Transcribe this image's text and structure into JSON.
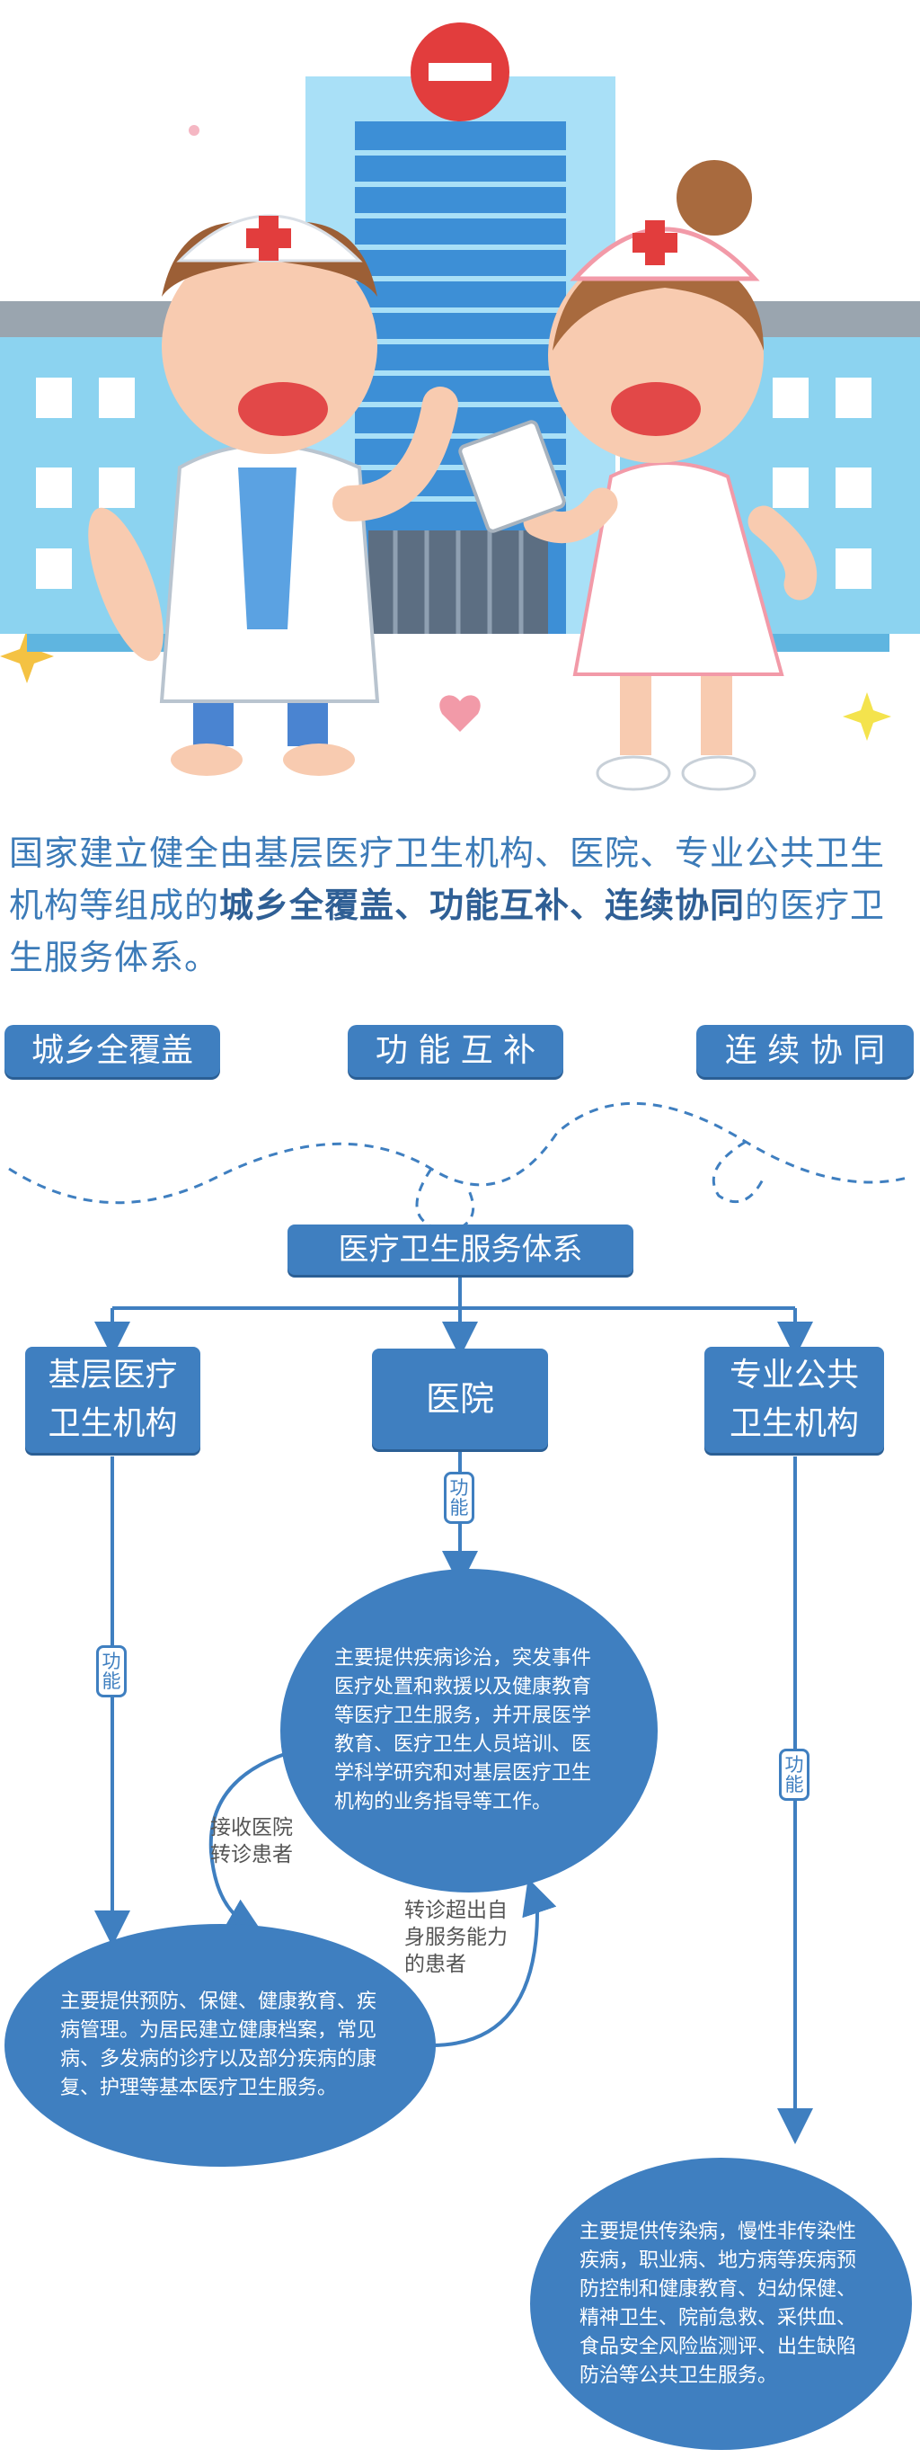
{
  "intro": {
    "part1": "国家建立健全由基层医疗卫生机构、医院、专业公共卫生机构等组成的",
    "bold": "城乡全覆盖、功能互补、连续协同",
    "part2": "的医疗卫生服务体系。"
  },
  "features": [
    "城乡全覆盖",
    "功 能 互 补",
    "连 续 协 同"
  ],
  "diagram": {
    "root": "医疗卫生服务体系",
    "nodes": {
      "primary": {
        "title_line1": "基层医疗",
        "title_line2": "卫生机构"
      },
      "hospital": {
        "title": "医院"
      },
      "public_health": {
        "title_line1": "专业公共",
        "title_line2": "卫生机构"
      }
    },
    "function_tag_line1": "功",
    "function_tag_line2": "能",
    "descriptions": {
      "hospital": "主要提供疾病诊治，突发事件医疗处置和救援以及健康教育等医疗卫生服务，并开展医学教育、医疗卫生人员培训、医学科学研究和对基层医疗卫生机构的业务指导等工作。",
      "primary": "主要提供预防、保健、健康教育、疾病管理。为居民建立健康档案，常见病、多发病的诊疗以及部分疾病的康复、护理等基本医疗卫生服务。",
      "public_health": "主要提供传染病，慢性非传染性疾病，职业病、地方病等疾病预防控制和健康教育、妇幼保健、精神卫生、院前急救、采供血、食品安全风险监测评、出生缺陷防治等公共卫生服务。"
    },
    "referral_receive_line1": "接收医院",
    "referral_receive_line2": "转诊患者",
    "referral_send_line1": "转诊超出自",
    "referral_send_line2": "身服务能力",
    "referral_send_line3": "的患者"
  },
  "colors": {
    "primary_blue": "#3f7fc0",
    "text_blue": "#3c7bb8",
    "dark_blue": "#2f5f95"
  }
}
